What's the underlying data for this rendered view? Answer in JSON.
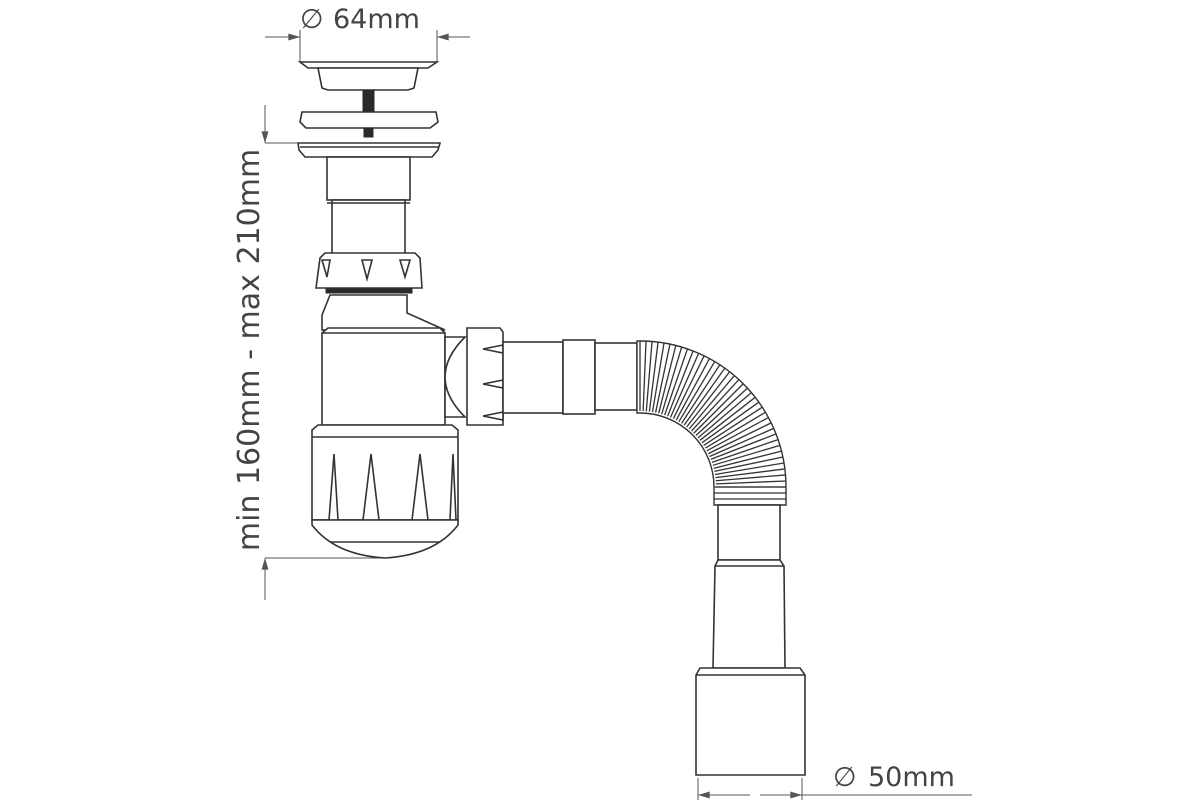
{
  "dimensions": {
    "plug_diameter": "64mm",
    "outlet_diameter": "50mm",
    "height_range": "min 160mm - max 210mm",
    "diameter_symbol": "∅"
  },
  "colors": {
    "line": "#333333",
    "dimension": "#555555",
    "background": "#ffffff"
  }
}
